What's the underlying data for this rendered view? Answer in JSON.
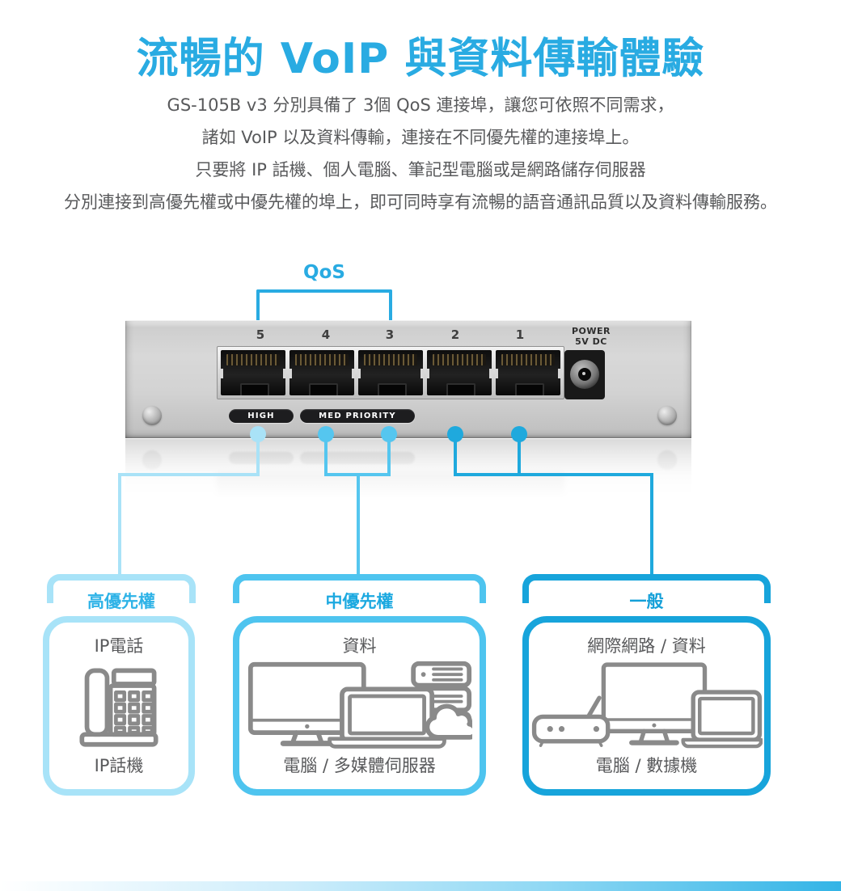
{
  "page": {
    "title": "流暢的 VoIP 與資料傳輸體驗",
    "paragraph_lines": [
      "GS-105B v3 分別具備了 3個 QoS 連接埠，讓您可依照不同需求，",
      "諸如 VoIP 以及資料傳輸，連接在不同優先權的連接埠上。",
      "只要將 IP 話機、個人電腦、筆記型電腦或是網路儲存伺服器",
      "分別連接到高優先權或中優先權的埠上，即可同時享有流暢的語音通訊品質以及資料傳輸服務。"
    ]
  },
  "diagram": {
    "qos_label": "QoS",
    "switch": {
      "port_numbers": [
        "5",
        "4",
        "3",
        "2",
        "1"
      ],
      "power_label_line1": "POWER",
      "power_label_line2": "5V DC",
      "high_badge": "HIGH",
      "med_priority_badge": "MED PRIORITY"
    },
    "colors": {
      "accent_blue": "#29ABE2",
      "high_priority": "#A9E2F7",
      "medium_priority": "#55C6EF",
      "general": "#1FA9DD"
    }
  },
  "groups": [
    {
      "title": "高優先權",
      "top_label": "IP電話",
      "bottom_label": "IP話機",
      "accent": "#A8E3F8"
    },
    {
      "title": "中優先權",
      "top_label": "資料",
      "bottom_label": "電腦 / 多媒體伺服器",
      "accent": "#4EC4EF"
    },
    {
      "title": "一般",
      "top_label": "網際網路 / 資料",
      "bottom_label": "電腦 / 數據機",
      "accent": "#17A4DB"
    }
  ]
}
